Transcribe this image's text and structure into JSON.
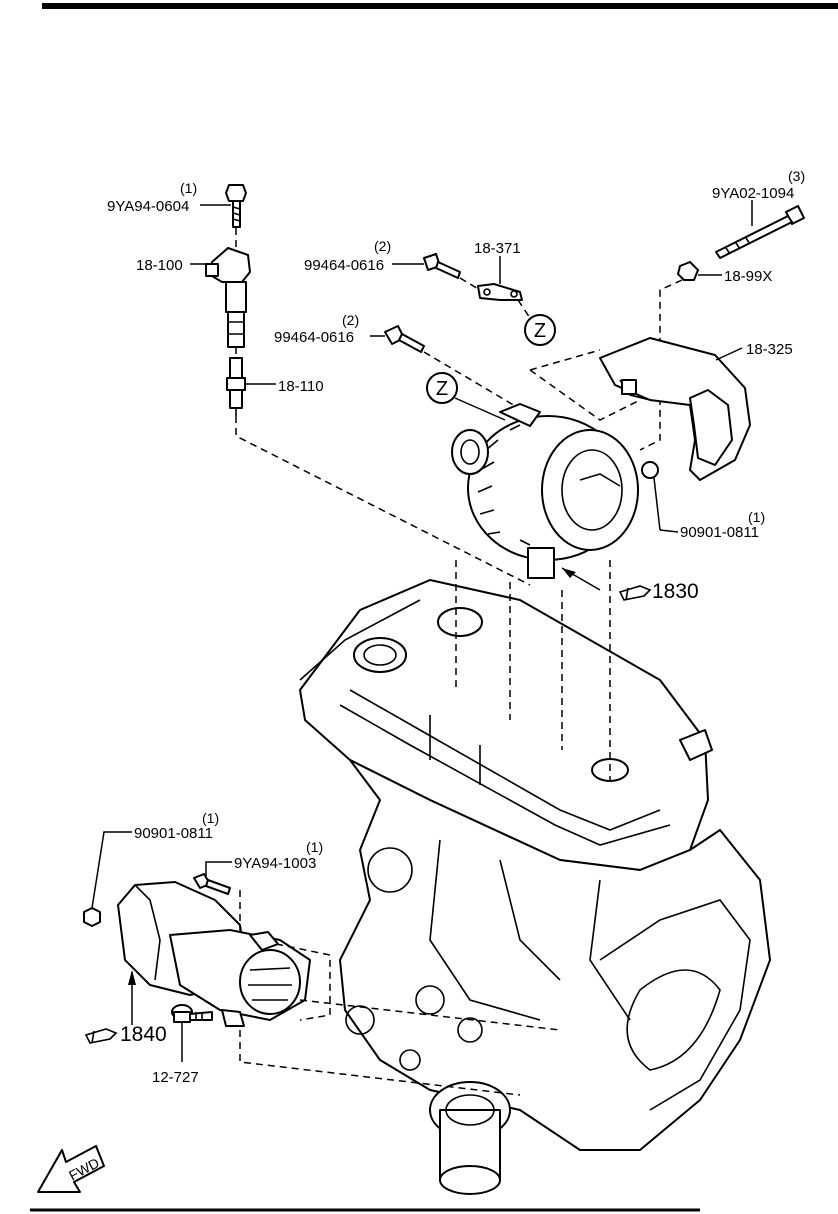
{
  "parts": {
    "bolt_9ya94_0604": {
      "number": "9YA94-0604",
      "qty": "(1)"
    },
    "ignition_coil": {
      "number": "18-100"
    },
    "spark_plug": {
      "number": "18-110"
    },
    "bolt_99464_0616_a": {
      "number": "99464-0616",
      "qty": "(2)"
    },
    "bolt_99464_0616_b": {
      "number": "99464-0616",
      "qty": "(2)"
    },
    "bracket_18_371": {
      "number": "18-371"
    },
    "bolt_9ya02_1094": {
      "number": "9YA02-1094",
      "qty": "(3)"
    },
    "clip_18_99x": {
      "number": "18-99X"
    },
    "cover_18_325": {
      "number": "18-325"
    },
    "nut_90901_0811_a": {
      "number": "90901-0811",
      "qty": "(1)"
    },
    "nut_90901_0811_b": {
      "number": "90901-0811",
      "qty": "(1)"
    },
    "bolt_9ya94_1003": {
      "number": "9YA94-1003",
      "qty": "(1)"
    },
    "bolt_12_727": {
      "number": "12-727"
    }
  },
  "references": {
    "alternator": {
      "text": "1830",
      "icon": "pointing-hand-icon"
    },
    "starter": {
      "text": "1840",
      "icon": "pointing-hand-icon"
    }
  },
  "callouts": {
    "z1": "Z",
    "z2": "Z"
  },
  "fwd_arrow": {
    "text": "FWD"
  }
}
